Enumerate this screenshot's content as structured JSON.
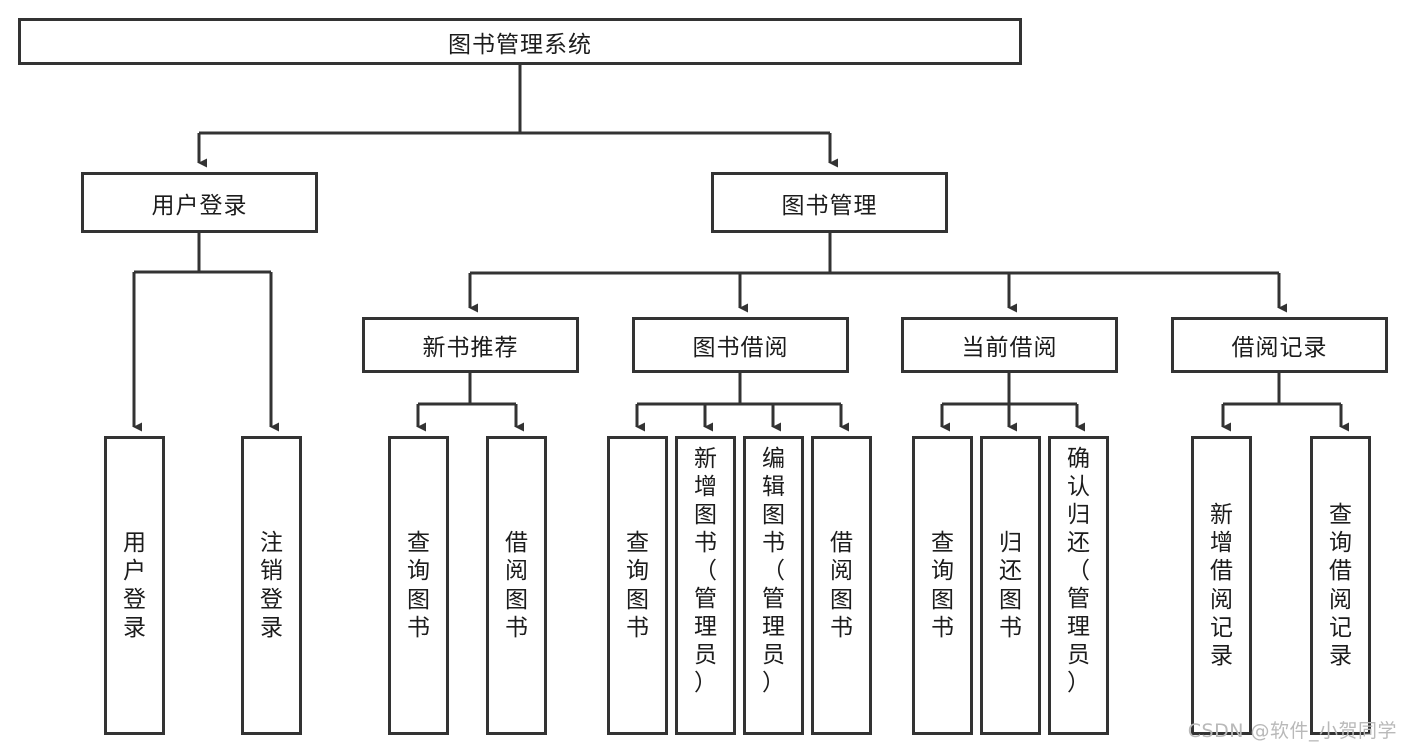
{
  "diagram": {
    "type": "hierarchy-tree",
    "title": "图书管理系统",
    "watermark": "CSDN @软件_小贺同学",
    "colors": {
      "stroke": "#333333",
      "box_fill": "#ffffff",
      "text": "#1c1c1c",
      "watermark": "#b9b9b9",
      "background": "#ffffff"
    },
    "root": {
      "id": "root",
      "label": "图书管理系统",
      "orientation": "horizontal"
    },
    "level2": [
      {
        "id": "user-login",
        "label": "用户登录",
        "orientation": "horizontal"
      },
      {
        "id": "book-manage",
        "label": "图书管理",
        "orientation": "horizontal"
      }
    ],
    "level3": [
      {
        "id": "new-book-recommend",
        "label": "新书推荐",
        "orientation": "horizontal",
        "parent": "book-manage"
      },
      {
        "id": "book-borrow",
        "label": "图书借阅",
        "orientation": "horizontal",
        "parent": "book-manage"
      },
      {
        "id": "current-borrow",
        "label": "当前借阅",
        "orientation": "horizontal",
        "parent": "book-manage"
      },
      {
        "id": "borrow-record",
        "label": "借阅记录",
        "orientation": "horizontal",
        "parent": "book-manage"
      }
    ],
    "leaves": [
      {
        "id": "leaf-user-login",
        "parent": "user-login",
        "orientation": "vertical",
        "chars": [
          "用",
          "户",
          "登",
          "录"
        ]
      },
      {
        "id": "leaf-logout",
        "parent": "user-login",
        "orientation": "vertical",
        "chars": [
          "注",
          "销",
          "登",
          "录"
        ]
      },
      {
        "id": "leaf-query-book-1",
        "parent": "new-book-recommend",
        "orientation": "vertical",
        "chars": [
          "查",
          "询",
          "图",
          "书"
        ]
      },
      {
        "id": "leaf-borrow-book-1",
        "parent": "new-book-recommend",
        "orientation": "vertical",
        "chars": [
          "借",
          "阅",
          "图",
          "书"
        ]
      },
      {
        "id": "leaf-query-book-2",
        "parent": "book-borrow",
        "orientation": "vertical",
        "chars": [
          "查",
          "询",
          "图",
          "书"
        ]
      },
      {
        "id": "leaf-add-book-admin",
        "parent": "book-borrow",
        "orientation": "vertical",
        "chars": [
          "新",
          "增",
          "图",
          "书",
          "（",
          "管",
          "理",
          "员",
          "）"
        ]
      },
      {
        "id": "leaf-edit-book-admin",
        "parent": "book-borrow",
        "orientation": "vertical",
        "chars": [
          "编",
          "辑",
          "图",
          "书",
          "（",
          "管",
          "理",
          "员",
          "）"
        ]
      },
      {
        "id": "leaf-borrow-book-2",
        "parent": "book-borrow",
        "orientation": "vertical",
        "chars": [
          "借",
          "阅",
          "图",
          "书"
        ]
      },
      {
        "id": "leaf-query-book-3",
        "parent": "current-borrow",
        "orientation": "vertical",
        "chars": [
          "查",
          "询",
          "图",
          "书"
        ]
      },
      {
        "id": "leaf-return-book",
        "parent": "current-borrow",
        "orientation": "vertical",
        "chars": [
          "归",
          "还",
          "图",
          "书"
        ]
      },
      {
        "id": "leaf-confirm-return-admin",
        "parent": "current-borrow",
        "orientation": "vertical",
        "chars": [
          "确",
          "认",
          "归",
          "还",
          "（",
          "管",
          "理",
          "员",
          "）"
        ]
      },
      {
        "id": "leaf-add-borrow-record",
        "parent": "borrow-record",
        "orientation": "vertical",
        "chars": [
          "新",
          "增",
          "借",
          "阅",
          "记",
          "录"
        ]
      },
      {
        "id": "leaf-query-borrow-record",
        "parent": "borrow-record",
        "orientation": "vertical",
        "chars": [
          "查",
          "询",
          "借",
          "阅",
          "记",
          "录"
        ]
      }
    ]
  }
}
